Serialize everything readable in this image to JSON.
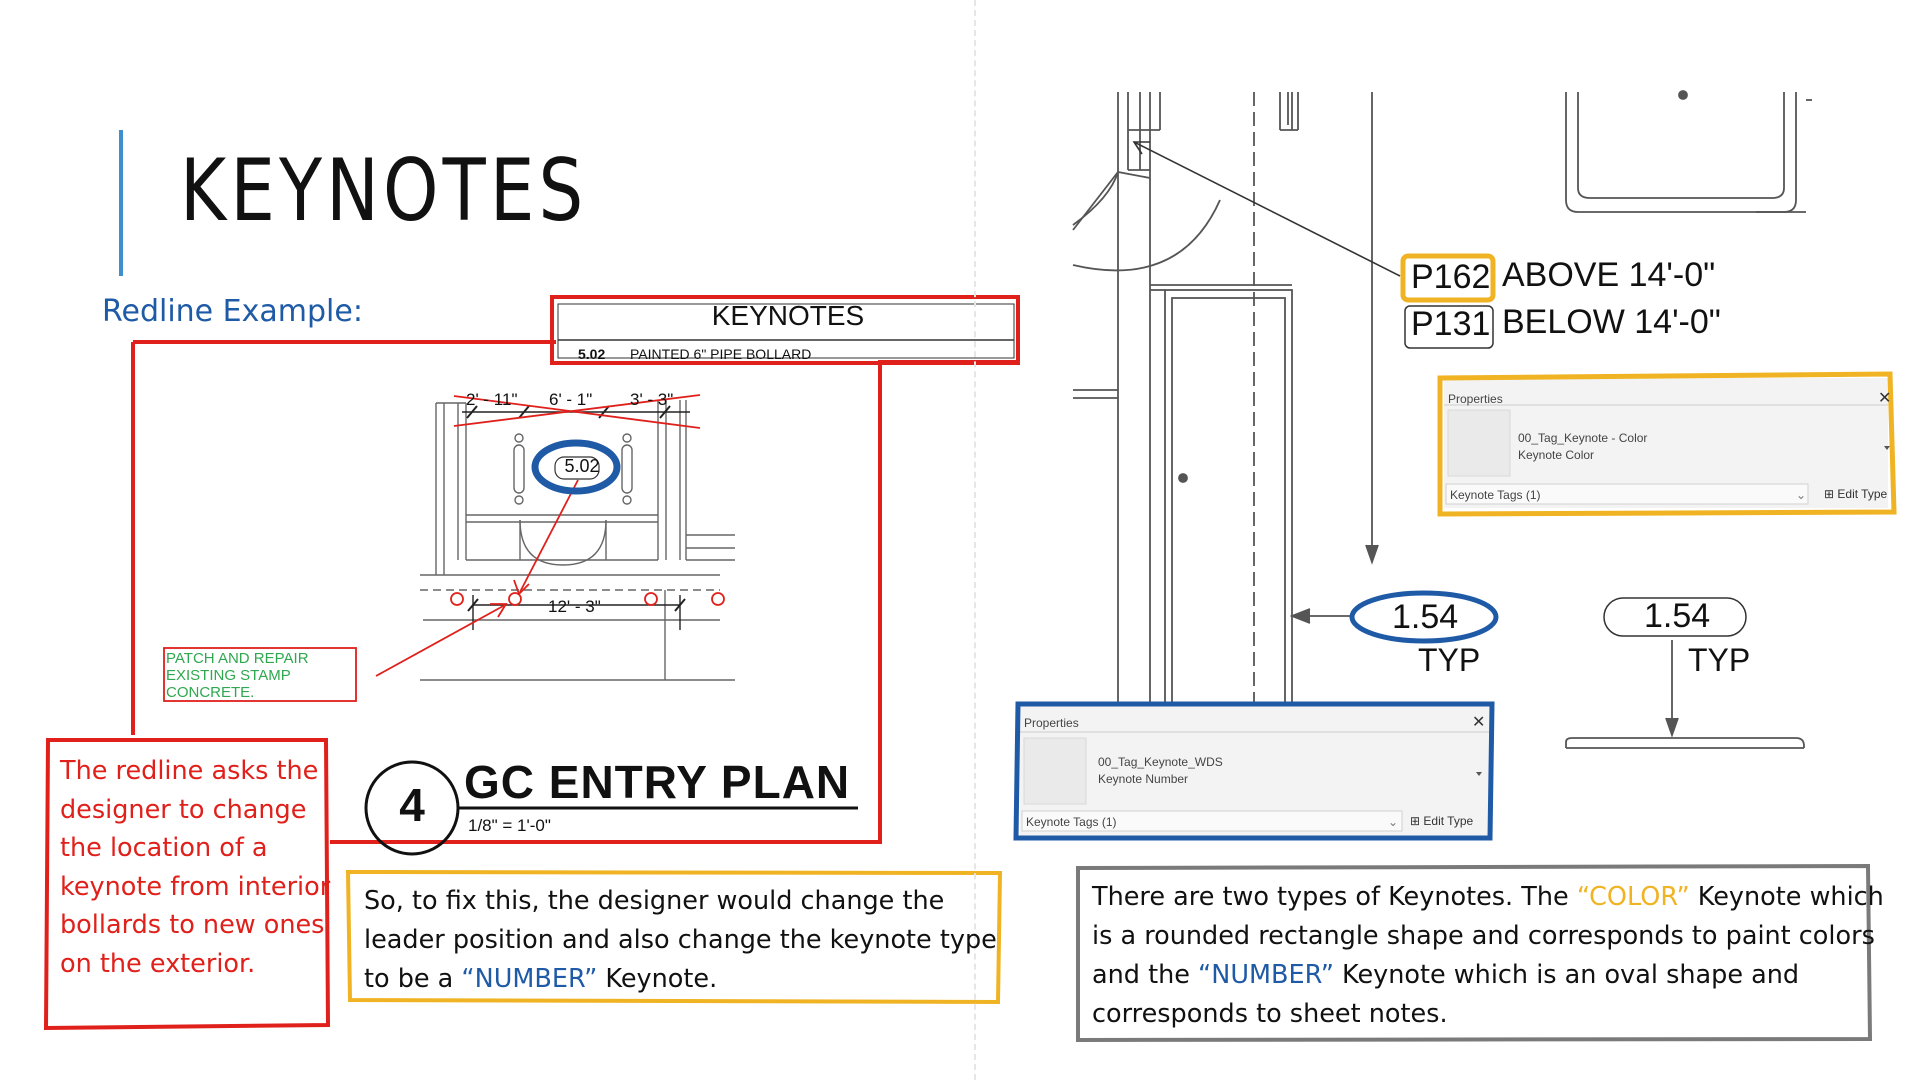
{
  "slide": {
    "title": "KEYNOTES",
    "subtitle": "Redline Example:"
  },
  "keynote_legend": {
    "title": "KEYNOTES",
    "code": "5.02",
    "description": "PAINTED 6\" PIPE BOLLARD"
  },
  "plan": {
    "dims_top": [
      "2' - 11\"",
      "6' - 1\"",
      "3' - 3\""
    ],
    "dim_bottom": "12' - 3\"",
    "keynote_tag": "5.02",
    "green_note": "PATCH AND REPAIR EXISTING STAMP CONCRETE.",
    "title_number": "4",
    "title": "GC ENTRY PLAN",
    "scale": "1/8\" = 1'-0\""
  },
  "notes": {
    "red": "The redline asks the designer to change the location of a keynote from interior bollards to new ones on the exterior.",
    "yellow_before": "So, to fix this, the designer would change the leader position and also change the keynote type to be a ",
    "yellow_highlight": "“NUMBER”",
    "yellow_after": " Keynote.",
    "gray_part1": "There are two types of Keynotes. The ",
    "gray_color": "“COLOR”",
    "gray_part2": " Keynote which is a rounded rectangle shape and corresponds to paint colors and the ",
    "gray_number": "“NUMBER”",
    "gray_part3": " Keynote which is an oval shape and corresponds to sheet notes."
  },
  "detail": {
    "tags": [
      {
        "code": "P162",
        "text": "ABOVE 14'-0\""
      },
      {
        "code": "P131",
        "text": "BELOW 14'-0\""
      }
    ],
    "oval_tag": {
      "value": "1.54",
      "note": "TYP"
    },
    "rounded_tag": {
      "value": "1.54",
      "note": "TYP"
    }
  },
  "properties_color": {
    "header": "Properties",
    "close": "✕",
    "family": "00_Tag_Keynote - Color",
    "type": "Keynote Color",
    "selector": "Keynote Tags (1)",
    "edit_type": "Edit Type"
  },
  "properties_number": {
    "header": "Properties",
    "close": "✕",
    "family": "00_Tag_Keynote_WDS",
    "type": "Keynote Number",
    "selector": "Keynote Tags (1)",
    "edit_type": "Edit Type"
  },
  "colors": {
    "accent": "#3d8fcf",
    "subtitle_blue": "#1f5aa6",
    "redline": "#e0201b",
    "highlight_yellow": "#f0b323",
    "number_blue": "#1f5aa6",
    "note_gray": "#7a7a7a",
    "green_note": "#2fa84f"
  }
}
